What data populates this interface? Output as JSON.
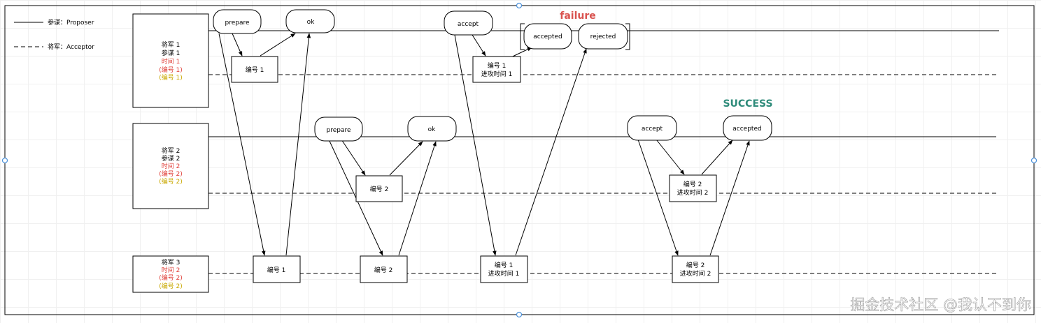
{
  "legend": {
    "proposer_label": "参谋：Proposer",
    "acceptor_label": "将军：Acceptor"
  },
  "generals": [
    {
      "lines": [
        {
          "text": "将军 1",
          "color": "#000000"
        },
        {
          "text": "参谋 1",
          "color": "#000000"
        },
        {
          "text": "时间 1",
          "color": "#e0403a"
        },
        {
          "text": "(编号 1)",
          "color": "#e0403a"
        },
        {
          "text": "(编号 1)",
          "color": "#c9a800"
        }
      ]
    },
    {
      "lines": [
        {
          "text": "将军 2",
          "color": "#000000"
        },
        {
          "text": "参谋 2",
          "color": "#000000"
        },
        {
          "text": "时间 2",
          "color": "#e0403a"
        },
        {
          "text": "(编号 2)",
          "color": "#e0403a"
        },
        {
          "text": "(编号 2)",
          "color": "#c9a800"
        }
      ]
    },
    {
      "lines": [
        {
          "text": "将军 3",
          "color": "#000000"
        },
        {
          "text": "时间 2",
          "color": "#e0403a"
        },
        {
          "text": "(编号 2)",
          "color": "#e0403a"
        },
        {
          "text": "(编号 2)",
          "color": "#c9a800"
        }
      ]
    }
  ],
  "messages": {
    "prepare": "prepare",
    "ok": "ok",
    "accept": "accept",
    "accepted": "accepted",
    "rejected": "rejected"
  },
  "boxes": {
    "id1": "编号 1",
    "id2": "编号 2",
    "attack_time_1": "进攻时间 1",
    "attack_time_2": "进攻时间 2"
  },
  "annotations": {
    "failure": "failure",
    "success": "SUCCESS"
  },
  "watermark": "掘金技术社区 @我认不到你",
  "colors": {
    "failure": "#d9534f",
    "success": "#2e8b7a",
    "time_red": "#e0403a",
    "id_yellow": "#c9a800",
    "selection_handle": "#4a90d9"
  }
}
